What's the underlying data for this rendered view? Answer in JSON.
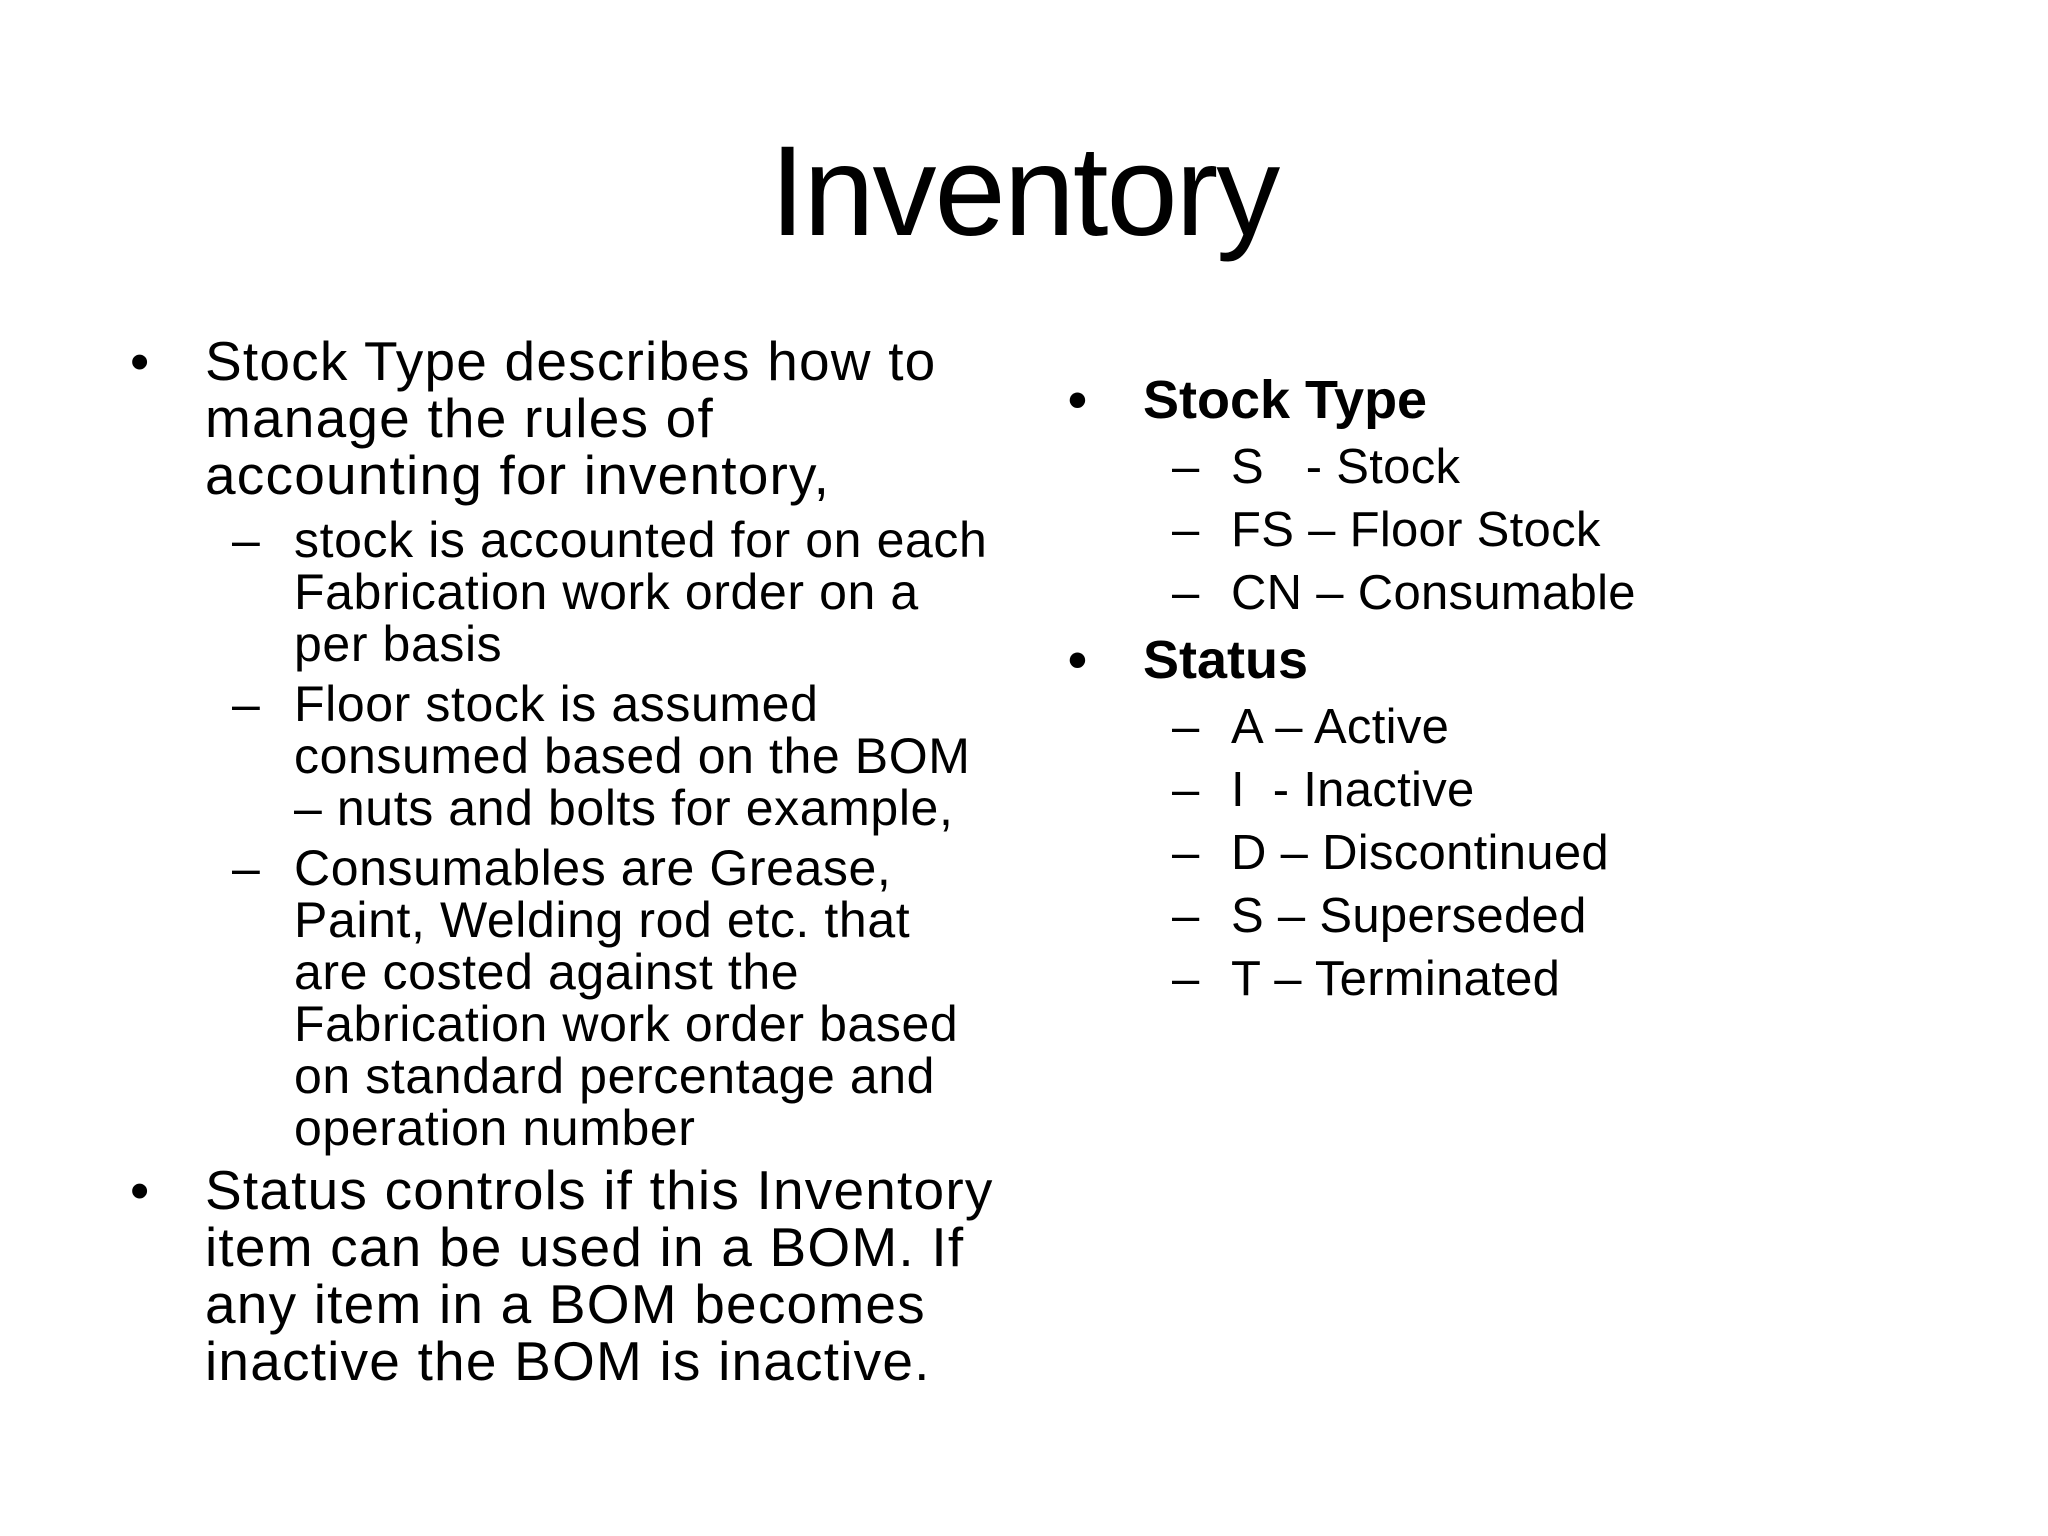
{
  "slide": {
    "title": "Inventory"
  },
  "markers": {
    "bullet": "•",
    "dash": "–"
  },
  "left": {
    "items": [
      "Stock Type describes how to\nmanage the rules of\naccounting for inventory,",
      "stock is accounted for on each\nFabrication work order on a\nper basis",
      "Floor stock is assumed\nconsumed based on the BOM\n– nuts and bolts for example,",
      "Consumables are Grease,\nPaint, Welding rod etc. that\nare costed against the\nFabrication work order based\non standard percentage and\noperation number",
      "Status controls if this Inventory\nitem can be used in a BOM. If\nany item in a BOM becomes\ninactive the BOM is inactive."
    ]
  },
  "right": {
    "items": [
      "Stock Type",
      "S   - Stock",
      "FS – Floor Stock",
      "CN – Consumable",
      "Status",
      "A – Active",
      "I  - Inactive",
      "D – Discontinued",
      "S – Superseded",
      "T – Terminated"
    ]
  }
}
